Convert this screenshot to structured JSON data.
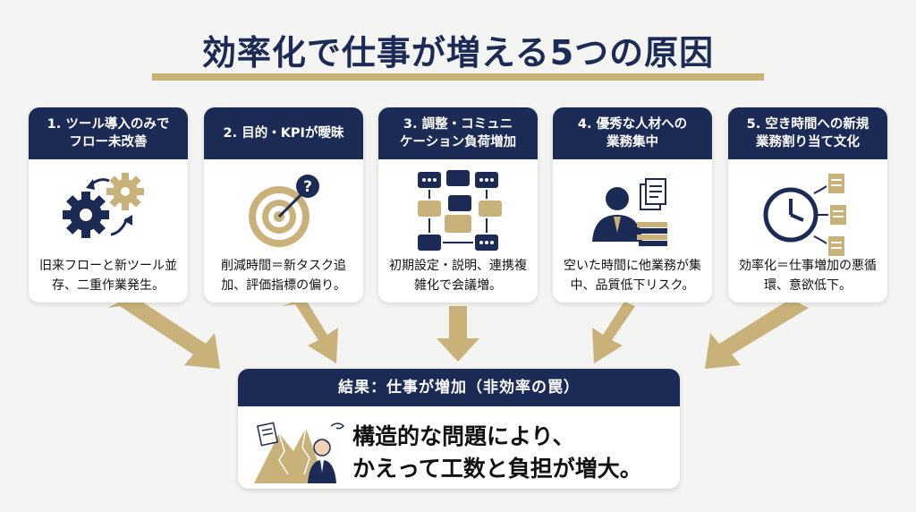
{
  "title": "効率化で仕事が増える5つの原因",
  "cards": [
    {
      "header_line1": "1. ツール導入のみで",
      "header_line2": "フロー未改善",
      "body": "旧来フローと新ツール並存、二重作業発生。",
      "icon": "gears-cycle-icon"
    },
    {
      "header_line1": "2. 目的・KPIが曖昧",
      "header_line2": "",
      "body": "削減時間＝新タスク追加、評価指標の偏り。",
      "icon": "target-question-icon"
    },
    {
      "header_line1": "3. 調整・コミュニ",
      "header_line2": "ケーション負荷増加",
      "body": "初期設定・説明、連携複雑化で会議増。",
      "icon": "chat-network-icon"
    },
    {
      "header_line1": "4. 優秀な人材への",
      "header_line2": "業務集中",
      "body": "空いた時間に他業務が集中、品質低下リスク。",
      "icon": "worker-documents-icon"
    },
    {
      "header_line1": "5. 空き時間への新規",
      "header_line2": "業務割り当て文化",
      "body": "効率化＝仕事増加の悪循環、意欲低下。",
      "icon": "clock-tasks-icon"
    }
  ],
  "result": {
    "header": "結果：仕事が増加（非効率の罠）",
    "line1": "構造的な問題により、",
    "line2": "かえって工数と負担が増大。",
    "icon": "overwhelmed-worker-icon"
  },
  "colors": {
    "navy": "#1c2b55",
    "gold": "#c9b27a",
    "background": "#f4f4f2"
  }
}
